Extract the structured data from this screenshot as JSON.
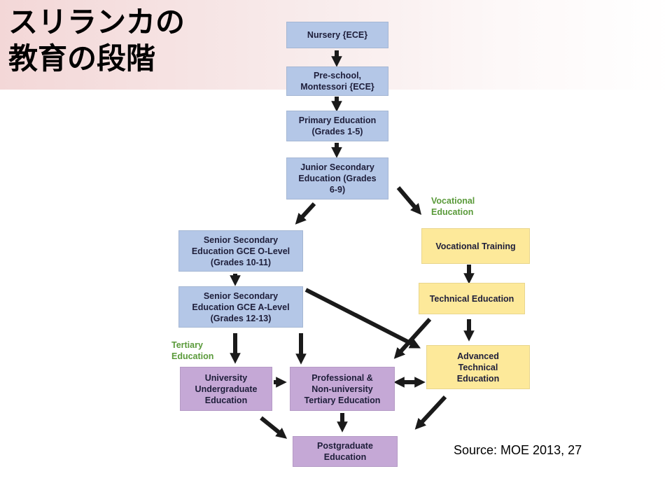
{
  "title": {
    "line1": "スリランカの",
    "line2": "教育の段階"
  },
  "boxes": {
    "nursery": "Nursery {ECE}",
    "preschool": "Pre-school,\nMontessori {ECE}",
    "primary": "Primary Education\n(Grades 1-5)",
    "junior": "Junior Secondary\nEducation (Grades\n6-9)",
    "senior_o": "Senior Secondary\nEducation GCE O-Level\n(Grades 10-11)",
    "senior_a": "Senior Secondary\nEducation GCE A-Level\n(Grades 12-13)",
    "vocational_training": "Vocational Training",
    "technical": "Technical Education",
    "advanced_technical": "Advanced\nTechnical\nEducation",
    "university": "University\nUndergraduate\nEducation",
    "professional": "Professional &\nNon-university\nTertiary Education",
    "postgraduate": "Postgraduate\nEducation"
  },
  "labels": {
    "vocational": "Vocational\nEducation",
    "tertiary": "Tertiary\nEducation"
  },
  "colors": {
    "blue_box": "#b4c7e7",
    "yellow_box": "#fde99a",
    "purple_box": "#c5a8d6",
    "label_green": "#5a9a3a",
    "arrow": "#1a1a1a"
  },
  "source": "Source: MOE 2013, 27"
}
